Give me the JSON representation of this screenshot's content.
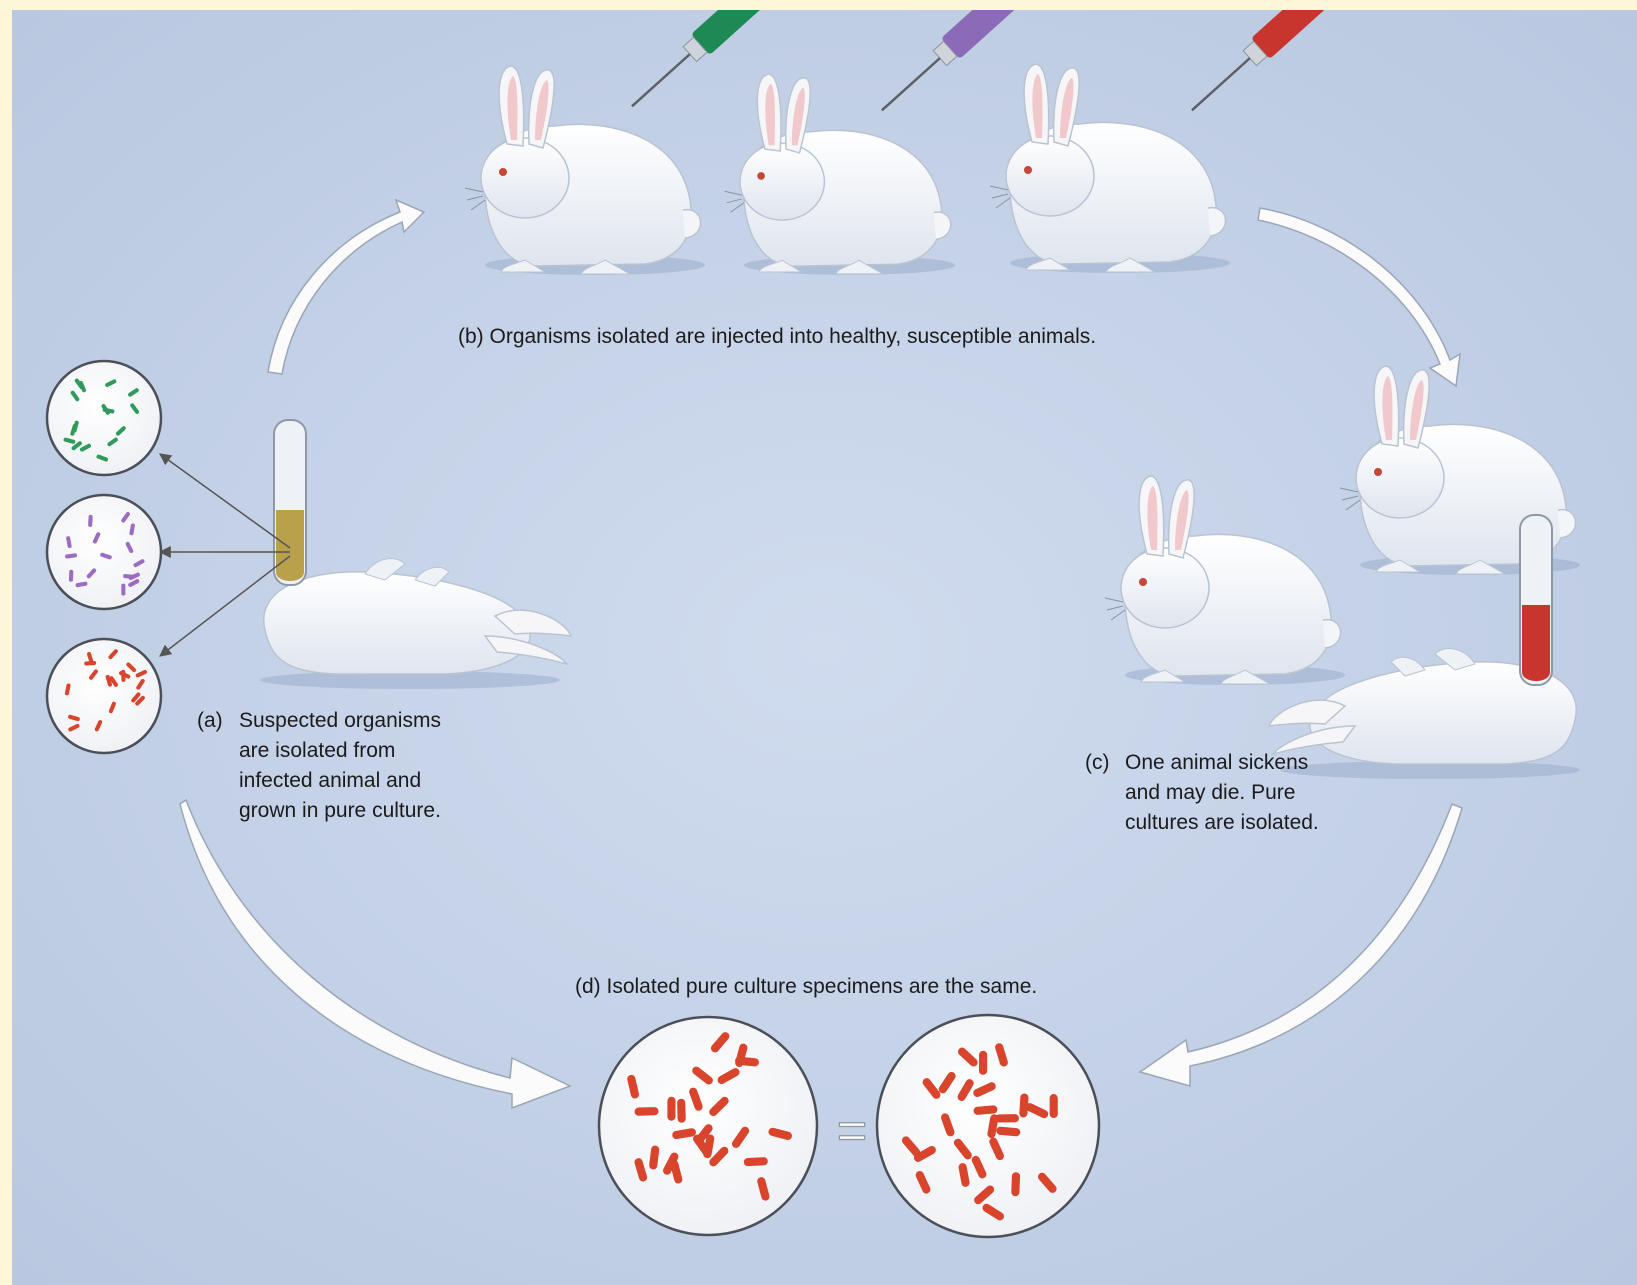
{
  "figure": {
    "background": "#c8d4e8",
    "frame_color": "#fdf6d8",
    "injector_colors": [
      "#1d8a55",
      "#8b6bb8",
      "#c8342e"
    ],
    "culture_colors": {
      "green": "#2f9a5c",
      "purple": "#9c6bc2",
      "red": "#d9442c"
    }
  },
  "steps": {
    "a": {
      "tag": "(a)",
      "text": "Suspected organisms\nare isolated from\ninfected animal and\ngrown in pure culture."
    },
    "b": {
      "tag": "",
      "text": "(b) Organisms isolated are injected into healthy, susceptible animals."
    },
    "c": {
      "tag": "(c)",
      "text": "One animal sickens\nand may die. Pure\ncultures are isolated."
    },
    "d": {
      "tag": "",
      "text": "(d) Isolated pure culture specimens are the same."
    }
  },
  "comparison": {
    "equals_symbol": "="
  }
}
